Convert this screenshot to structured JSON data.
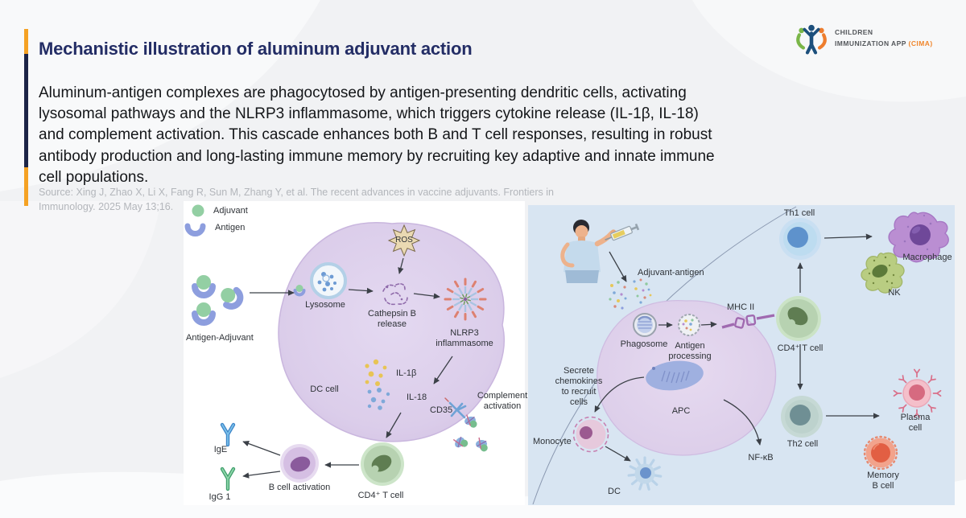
{
  "header": {
    "title": "Mechanistic illustration of aluminum adjuvant action",
    "description": "Aluminum-antigen complexes are phagocytosed by antigen-presenting dendritic cells, activating lysosomal pathways and the NLRP3 inflammasome, which triggers cytokine release (IL-1β, IL-18) and complement activation. This cascade enhances both B and T cell responses, resulting in robust antibody production and long-lasting immune memory by recruiting key adaptive and innate immune cell populations.",
    "source": "Source: Xing J, Zhao X, Li X, Fang R, Sun M, Zhang Y, et al. The recent advances in vaccine adjuvants. Frontiers in Immunology. 2025 May 13;16."
  },
  "logo": {
    "line1": "CHILDREN",
    "line2": "IMMUNIZATION APP",
    "cima": "(CIMA)"
  },
  "left_panel": {
    "legend_adjuvant": "Adjuvant",
    "legend_antigen": "Antigen",
    "antigen_adjuvant": "Antigen-Adjuvant",
    "lysosome": "Lysosome",
    "ros": "ROS",
    "cathepsin": "Cathepsin B\nrelease",
    "nlrp3": "NLRP3\ninflammasome",
    "il1b": "IL-1β",
    "il18": "IL-18",
    "dc_cell": "DC cell",
    "cd35": "CD35",
    "complement": "Complement\nactivation",
    "cd4_t_cell": "CD4⁺ T cell",
    "b_cell_activation": "B cell activation",
    "ige": "IgE",
    "igg1": "IgG 1"
  },
  "right_panel": {
    "adjuvant_antigen": "Adjuvant-antigen",
    "phagosome": "Phagosome",
    "antigen_processing": "Antigen\nprocessing",
    "mhc2": "MHC II",
    "cd4_t_cell": "CD4⁺ T cell",
    "th1": "Th1 cell",
    "macrophage": "Macrophage",
    "nk": "NK",
    "secrete": "Secrete\nchemokines\nto recruit\ncells",
    "apc": "APC",
    "monocyte": "Monocyte",
    "dc": "DC",
    "nfkb": "NF-κB",
    "th2": "Th2 cell",
    "plasma": "Plasma\ncell",
    "memory_b": "Memory\nB cell"
  },
  "colors": {
    "accent_orange": "#F5A224",
    "bar_navy": "#1D2547",
    "title_navy": "#232D65",
    "source_gray": "#B3B6BB",
    "panel_blue": "#D8E5F2",
    "dc_cell_purple": "#DACCE9",
    "apc_purple": "#DED0EB",
    "adjuvant_green": "#93CFA3",
    "antigen_blue": "#8D9EDE",
    "logo_green": "#7AB648",
    "logo_orange": "#EE7D2D",
    "logo_navy": "#1C4F7C"
  }
}
